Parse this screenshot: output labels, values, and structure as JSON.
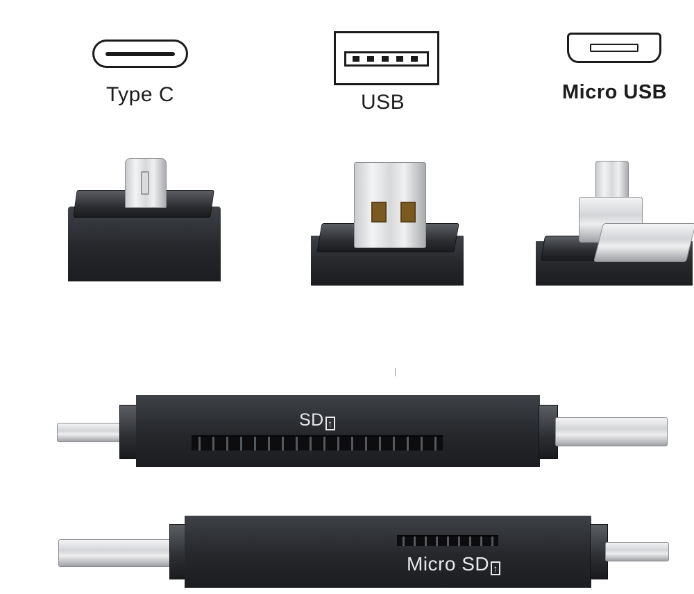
{
  "connectors": {
    "type_c_label": "Type C",
    "usb_label": "USB",
    "micro_usb_label": "Micro USB"
  },
  "readers": {
    "sd_label": "SD",
    "micro_sd_label": "Micro SD",
    "upload_glyph": "↑"
  },
  "colors": {
    "body": "#2a2c30",
    "metal": "#e6e7e9",
    "icon_stroke": "#1a1a1a"
  }
}
